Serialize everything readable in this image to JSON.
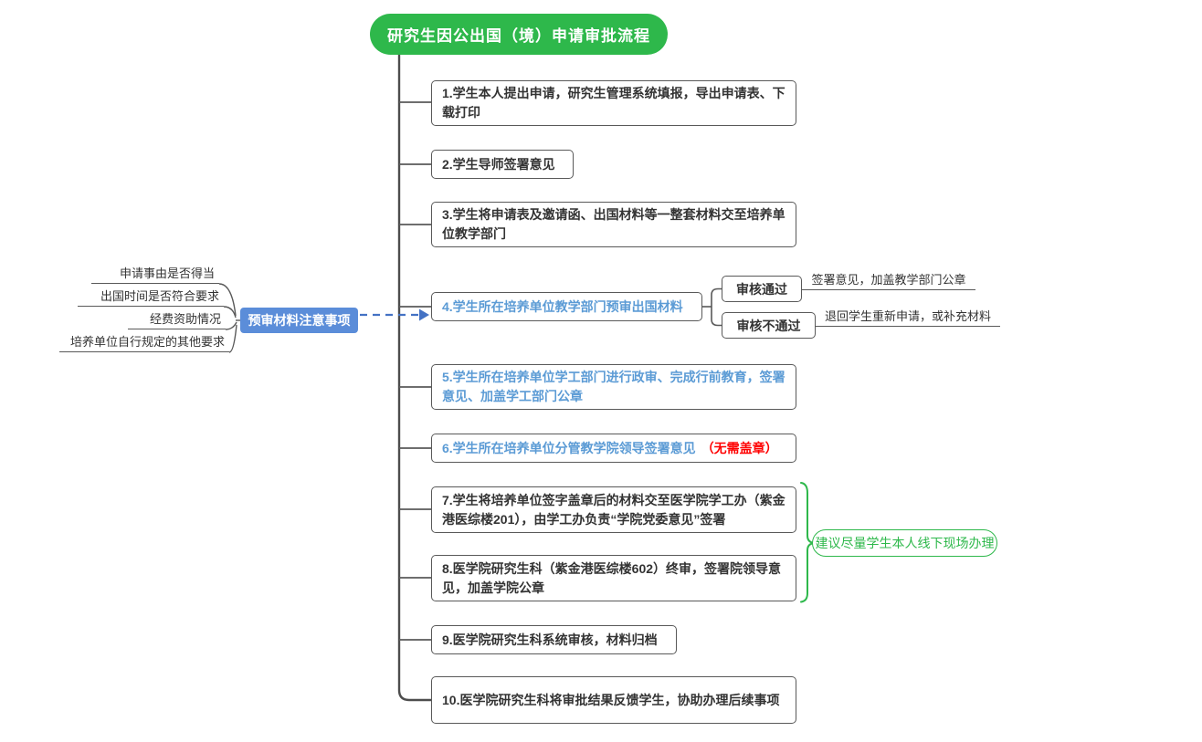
{
  "title": "研究生因公出国（境）申请审批流程",
  "colors": {
    "green": "#2EB84B",
    "bluefill": "#5B8DD9",
    "bluetext": "#5B9BD5",
    "arrowblue": "#4472C4",
    "red": "#FF0000",
    "line": "#595959",
    "ink": "#333333"
  },
  "steps": [
    {
      "label": "1.学生本人提出申请，研究生管理系统填报，导出申请表、下载打印"
    },
    {
      "label": "2.学生导师签署意见"
    },
    {
      "label": "3.学生将申请表及邀请函、出国材料等一整套材料交至培养单位教学部门"
    },
    {
      "label": "4.学生所在培养单位教学部门预审出国材料"
    },
    {
      "label": "5.学生所在培养单位学工部门进行政审、完成行前教育，签署意见、加盖学工部门公章"
    },
    {
      "label": "6.学生所在培养单位分管教学院领导签署意见",
      "suffix": "（无需盖章）"
    },
    {
      "label": "7.学生将培养单位签字盖章后的材料交至医学院学工办（紫金港医综楼201），由学工办负责“学院党委意见”签署"
    },
    {
      "label": "8.医学院研究生科（紫金港医综楼602）终审，签署院领导意见，加盖学院公章"
    },
    {
      "label": "9.医学院研究生科系统审核，材料归档"
    },
    {
      "label": "10.医学院研究生科将审批结果反馈学生，协助办理后续事项"
    }
  ],
  "review": {
    "approve": {
      "label": "审核通过",
      "note": "签署意见，加盖教学部门公章"
    },
    "reject": {
      "label": "审核不通过",
      "note": "退回学生重新申请，或补充材料"
    }
  },
  "precheck": {
    "label": "预审材料注意事项",
    "items": [
      "申请事由是否得当",
      "出国时间是否符合要求",
      "经费资助情况",
      "培养单位自行规定的其他要求"
    ]
  },
  "brace_note": "建议尽量学生本人线下现场办理"
}
